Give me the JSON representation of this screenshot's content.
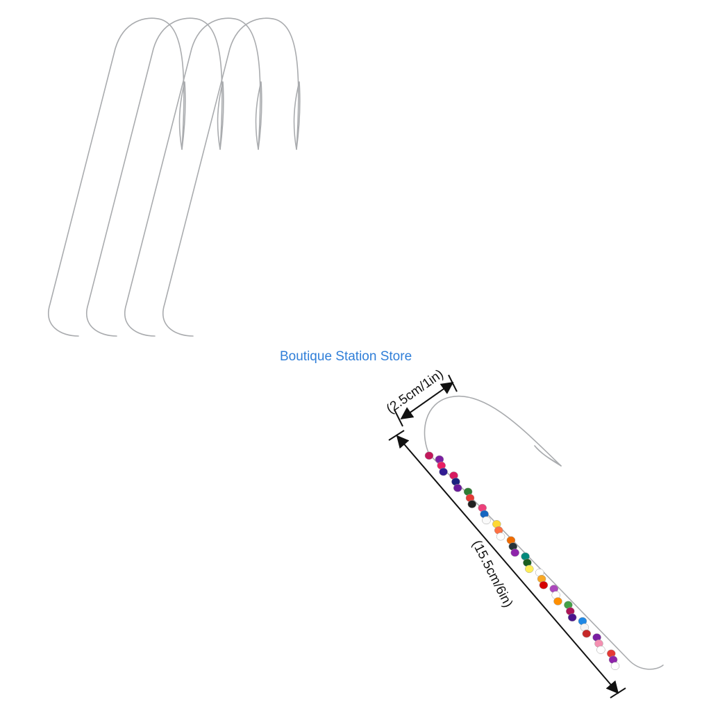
{
  "store_name": "Boutique Station Store",
  "dimensions": {
    "width_label": "(2.5cm/1in)",
    "length_label": "(15.5cm/6in)"
  },
  "colors": {
    "store_text": "#2f7ed8",
    "wire": "#a9abae",
    "dimension_line": "#111111"
  },
  "bead_colors": [
    "#c2185b",
    "#7b1fa2",
    "#e91e63",
    "#311b92",
    "#d81b60",
    "#1a237e",
    "#6a1b9a",
    "#2e7d32",
    "#e53935",
    "#212121",
    "#ec407a",
    "#1565c0",
    "#fafafa",
    "#fdd835",
    "#ff7043",
    "#ffffff",
    "#ef6c00",
    "#263238",
    "#8e24aa",
    "#00897b",
    "#1b5e20",
    "#ffee58",
    "#ffffff",
    "#f9a825",
    "#d50000",
    "#ab47bc",
    "#ffffff",
    "#ff8f00",
    "#43a047",
    "#ad1457",
    "#4a148c",
    "#1e88e5",
    "#f5f5f5",
    "#c62828",
    "#7b1fa2",
    "#f48fb1",
    "#ffffff",
    "#e53935",
    "#8e24aa",
    "#ffffff"
  ]
}
